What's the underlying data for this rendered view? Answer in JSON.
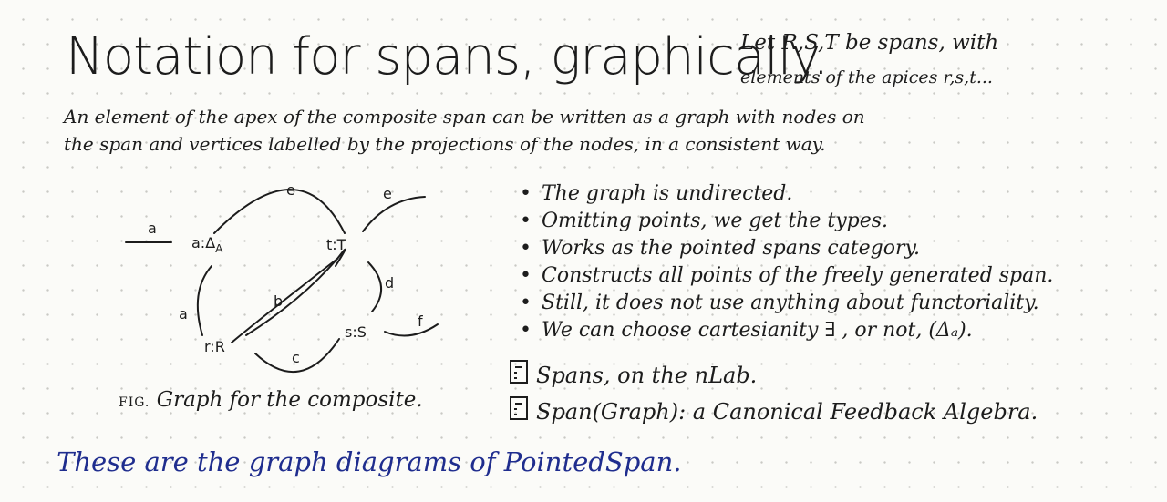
{
  "title": "Notation for spans, graphically.",
  "intro": {
    "line1": "Let R,S,T be spans, with",
    "line2": "elements of the apices r,s,t..."
  },
  "paragraph": {
    "line1": "An element of the apex of the composite span can be written as a graph with nodes on",
    "line2": "the span and vertices labelled by the projections of the nodes, in a consistent way."
  },
  "graph": {
    "nodes": {
      "a": "a:Δ",
      "a_sub": "A",
      "t": "t:T",
      "r": "r:R",
      "s": "s:S"
    },
    "edges": {
      "a_left": "a",
      "e_top": "e",
      "e_right": "e",
      "a_side": "a",
      "b": "b",
      "d": "d",
      "c": "c",
      "f": "f"
    }
  },
  "caption": {
    "prefix": "FIG.",
    "text": "Graph for the composite."
  },
  "bullets": [
    "The graph is undirected.",
    "Omitting points, we get the types.",
    "Works as the pointed spans category.",
    "Constructs all points of the freely generated span.",
    "Still, it does not use anything about functoriality.",
    "We can choose cartesianity ∃ , or not, (Δₐ)."
  ],
  "bullet_symbol": "•",
  "references": [
    {
      "icon": "document-icon",
      "text": "Spans, on the nLab."
    },
    {
      "icon": "document-icon",
      "text": "Span(Graph): a Canonical Feedback Algebra."
    }
  ],
  "footer": "These are the graph diagrams of PointedSpan.",
  "colors": {
    "ink": "#1c1c1c",
    "footer_ink": "#1f2d8e",
    "paper": "#fbfbf8"
  }
}
